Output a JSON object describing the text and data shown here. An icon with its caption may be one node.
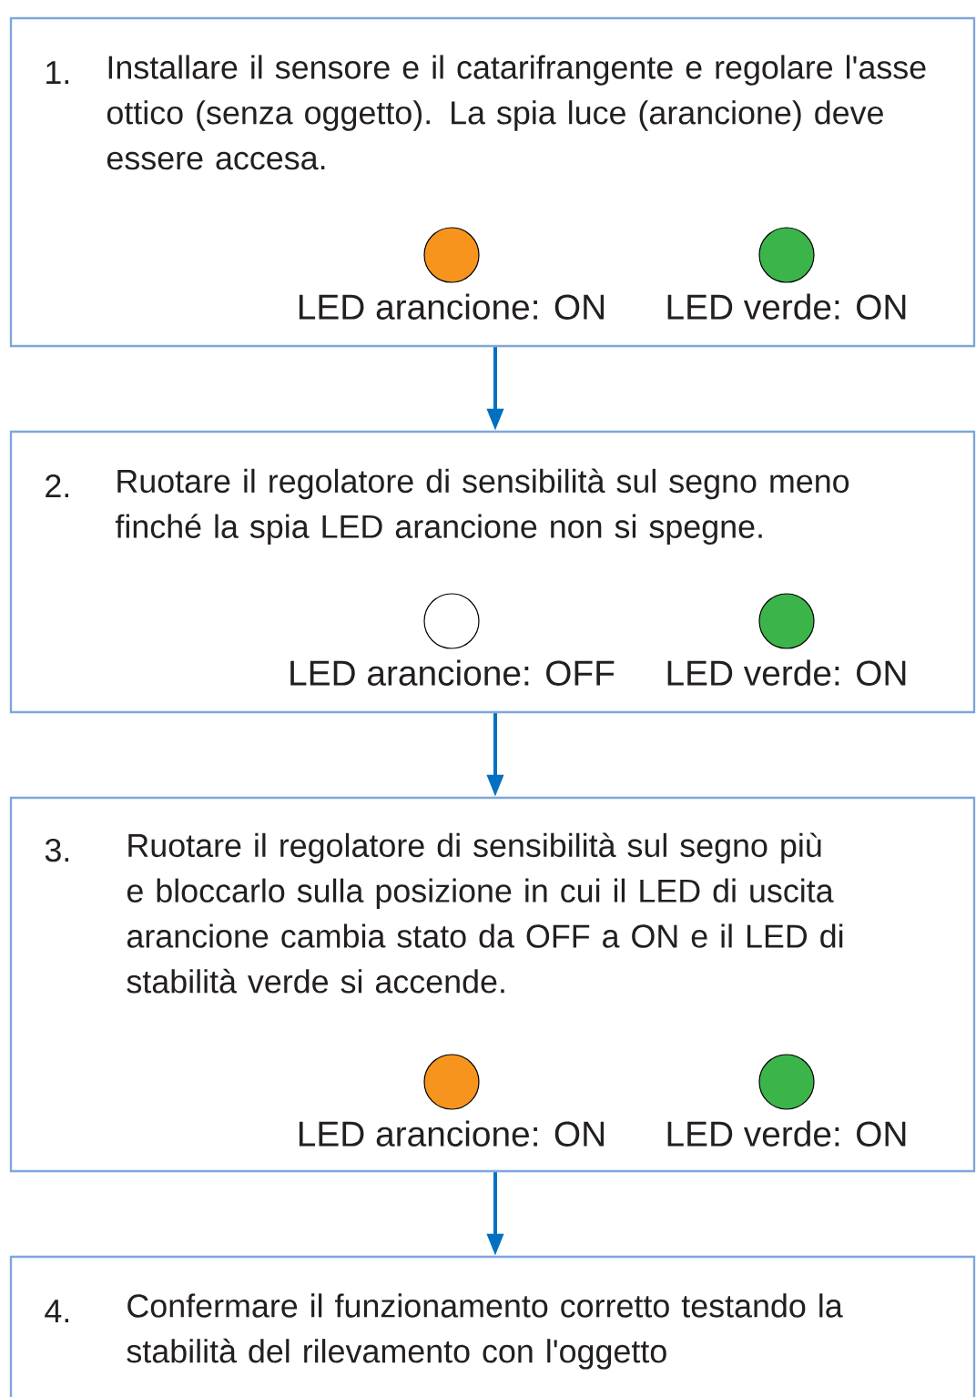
{
  "diagram": {
    "nodes": [
      {
        "text": [
          "1.",
          "Installare il sensore e il catarifrangente e regolare l'asse ottico (senza oggetto). La spia luce (arancione) deve essere accesa."
        ]
      },
      {
        "text": [
          "LED arancione: ON"
        ],
        "in": 0
      },
      {
        "text": [
          "LED verde: ON"
        ],
        "in": 0
      },
      {
        "text": [
          "2.",
          "Ruotare il regolatore di sensibilità sul segno meno finché la spia LED arancione non si spegne."
        ]
      },
      {
        "text": [
          "LED arancione: OFF"
        ],
        "in": 3
      },
      {
        "text": [
          "LED verde: ON"
        ],
        "in": 3
      },
      {
        "text": [
          "3.",
          "Ruotare il regolatore di sensibilità sul segno più e bloccarlo sulla posizione in cui il LED di uscita arancione cambia stato da OFF a ON e il LED di stabilità verde si accende."
        ]
      },
      {
        "text": [
          "LED arancione: ON"
        ],
        "in": 6
      },
      {
        "text": [
          "LED verde: ON"
        ],
        "in": 6
      },
      {
        "text": [
          "4.",
          "Confermare il funzionamento corretto testando la stabilità del rilevamento con l'oggetto"
        ]
      }
    ],
    "edges": [
      {
        "from": 0,
        "to": 3,
        "arrow": "to"
      },
      {
        "from": 3,
        "to": 6,
        "arrow": "to"
      },
      {
        "from": 6,
        "to": 9,
        "arrow": "to"
      }
    ]
  }
}
